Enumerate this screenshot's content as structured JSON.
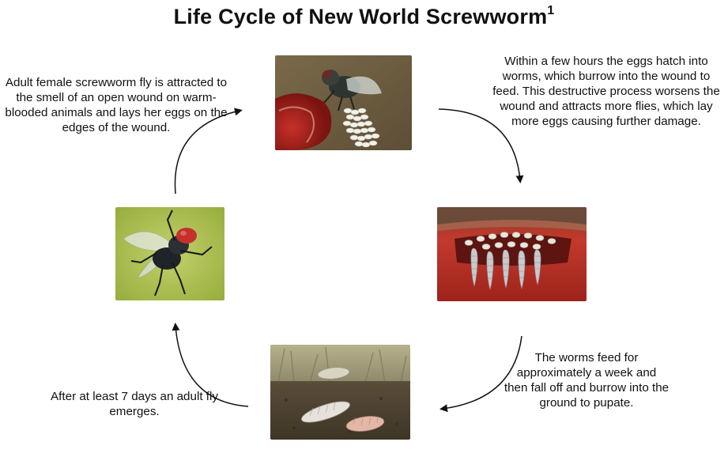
{
  "title": {
    "text": "Life Cycle of New World Screwworm",
    "superscript": "1"
  },
  "captions": {
    "lay_eggs": "Adult female screwworm fly is attracted to the smell of an open wound on warm-blooded animals and lays her eggs on the edges of the wound.",
    "hatch": "Within a few hours the eggs hatch into worms, which burrow into the wound to feed. This destructive process worsens the wound and attracts more flies, which lay more eggs causing further damage.",
    "feed": "The worms feed for approximately a week and then fall off and burrow into the ground to pupate.",
    "emerge": "After at least 7 days an adult fly emerges."
  },
  "colors": {
    "arrow": "#111111",
    "wound_red": "#b3261e",
    "fly_background": "#a9bd4f",
    "soil": "#4a4030"
  }
}
